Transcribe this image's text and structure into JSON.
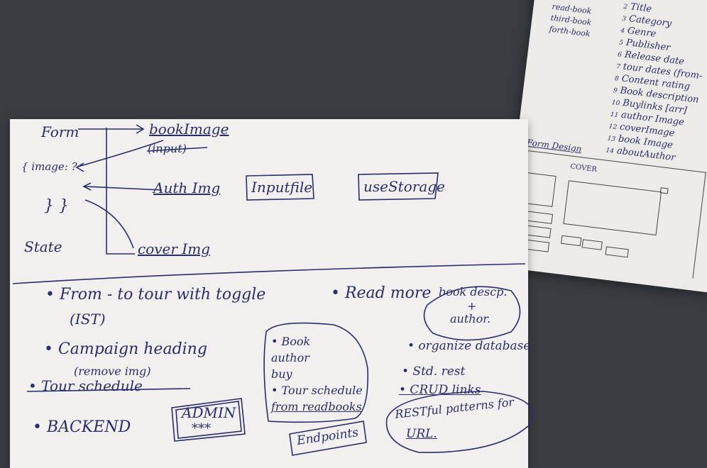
{
  "sheet_right": {
    "branches": [
      "read-book",
      "third-book",
      "forth-book"
    ],
    "fields": [
      "Title",
      "Category",
      "Genre",
      "Publisher",
      "Release date",
      "tour dates (from-",
      "Content rating",
      "Book description",
      "Buylinks [arr]",
      "author Image",
      "coverImage",
      "book Image",
      "aboutAuthor"
    ],
    "field_numbers": [
      "2",
      "3",
      "4",
      "5",
      "6",
      "7",
      "8",
      "9",
      "10",
      "11",
      "12",
      "13",
      "14"
    ],
    "form_design_title": "Form Design",
    "cover_label": "COVER"
  },
  "sheet_left": {
    "diagram": {
      "form": "Form",
      "image_state": "{ image: ?",
      "close_braces": "} }",
      "state": "State",
      "book_image": "bookImage",
      "input_struck": "(input)",
      "auth_img": "Auth Img",
      "cover_img": "cover Img",
      "input_file": "Inputfile",
      "use_storage": "useStorage"
    },
    "notes": {
      "tour_toggle": "• From - to tour with toggle",
      "ist": "(IST)",
      "read_more": "• Read more",
      "book_desc": "book descp.",
      "plus": "+",
      "author": "author.",
      "campaign_heading": "• Campaign heading",
      "remove_img": "(remove img)",
      "tour_schedule_struck": "• Tour schedule",
      "backend": "• BACKEND",
      "admin": "ADMIN",
      "stars": "***",
      "book_list": [
        "• Book",
        "author",
        "buy",
        "• Tour schedule",
        "from readbooks"
      ],
      "endpoints": "Endpoints",
      "organize_db": "• organize database",
      "std_rest": "• Std. rest",
      "crud_links": "• CRUD links",
      "restful": "RESTful patterns for",
      "url": "URL."
    }
  }
}
